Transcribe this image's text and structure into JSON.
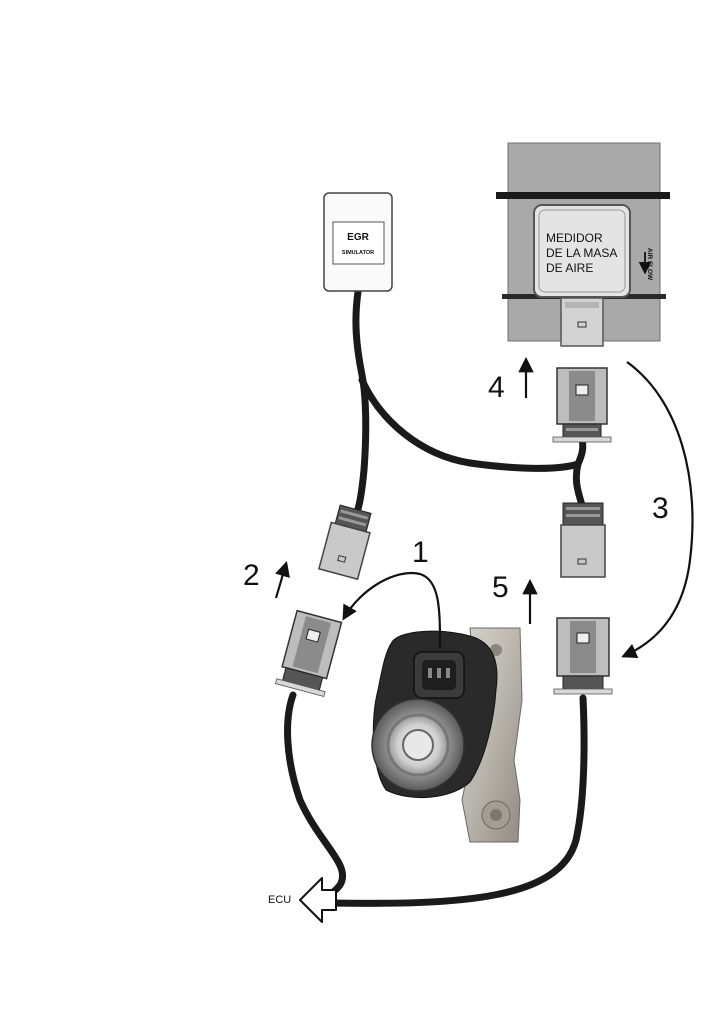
{
  "labels": {
    "step1": "1",
    "step2": "2",
    "step3": "3",
    "step4": "4",
    "step5": "5",
    "ecu": "ECU",
    "egr_line1": "EGR",
    "egr_line2": "SIMULATOR",
    "maf_line1": "MEDIDOR",
    "maf_line2": "DE LA MASA",
    "maf_line3": "DE AIRE",
    "airflow": "AIR FLOW"
  },
  "colors": {
    "cable": "#1a1a1a",
    "connector_gray": "#b8b8b8",
    "connector_dark": "#6e6e6e",
    "maf_body": "#a9a9a9",
    "maf_panel": "#e4e4e4"
  }
}
